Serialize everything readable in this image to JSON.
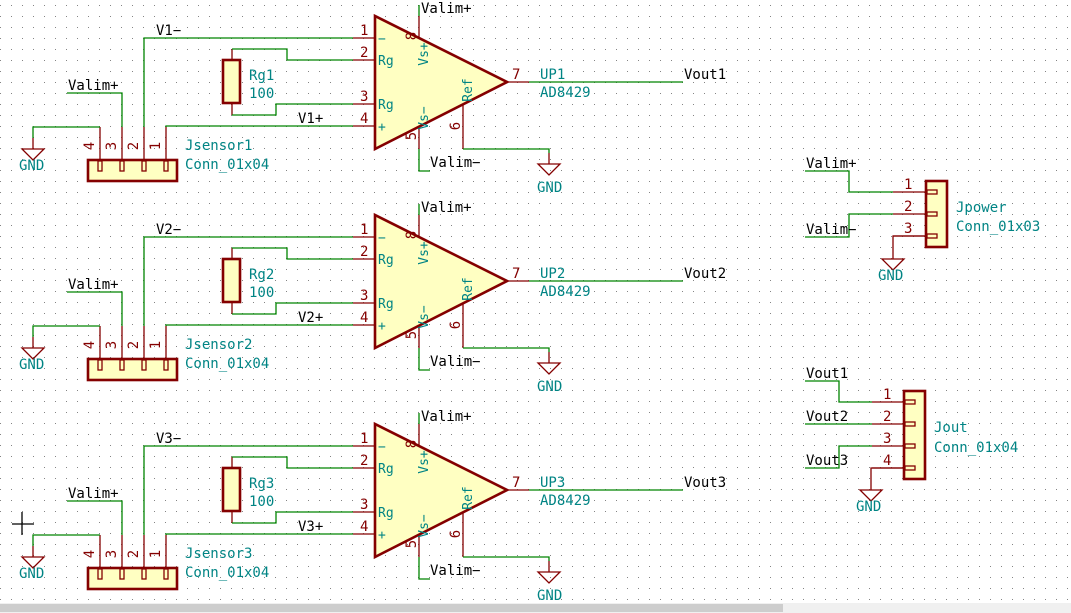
{
  "app": {
    "view": "schematic-editor"
  },
  "colors": {
    "wire": "#008400",
    "component_outline": "#840000",
    "component_fill": "#ffffc2",
    "reference_text": "#008484",
    "net_label_text": "#000000",
    "grid": "#848484"
  },
  "channels": [
    {
      "amp": {
        "reference": "UP1",
        "value": "AD8429",
        "out_pin": "7",
        "vs_plus_pin": "8",
        "vs_minus_pin": "5",
        "ref_pin": "6",
        "pins": [
          {
            "num": "1",
            "name": "−"
          },
          {
            "num": "2",
            "name": "Rg"
          },
          {
            "num": "3",
            "name": "Rg"
          },
          {
            "num": "4",
            "name": "+"
          }
        ],
        "vs_plus_name": "Vs+",
        "vs_minus_name": "Vs−",
        "ref_name": "Ref"
      },
      "resistor": {
        "reference": "Rg1",
        "value": "100"
      },
      "connector": {
        "reference": "Jsensor1",
        "value": "Conn_01x04",
        "pins": [
          "4",
          "3",
          "2",
          "1"
        ]
      },
      "nets": {
        "neg": "V1−",
        "pos": "V1+",
        "supply_pos": "Valim+",
        "supply_neg": "Valim−",
        "out": "Vout1",
        "gnd_left": "GND",
        "gnd_ref": "GND"
      }
    },
    {
      "amp": {
        "reference": "UP2",
        "value": "AD8429",
        "out_pin": "7",
        "vs_plus_pin": "8",
        "vs_minus_pin": "5",
        "ref_pin": "6",
        "pins": [
          {
            "num": "1",
            "name": "−"
          },
          {
            "num": "2",
            "name": "Rg"
          },
          {
            "num": "3",
            "name": "Rg"
          },
          {
            "num": "4",
            "name": "+"
          }
        ],
        "vs_plus_name": "Vs+",
        "vs_minus_name": "Vs−",
        "ref_name": "Ref"
      },
      "resistor": {
        "reference": "Rg2",
        "value": "100"
      },
      "connector": {
        "reference": "Jsensor2",
        "value": "Conn_01x04",
        "pins": [
          "4",
          "3",
          "2",
          "1"
        ]
      },
      "nets": {
        "neg": "V2−",
        "pos": "V2+",
        "supply_pos": "Valim+",
        "supply_neg": "Valim−",
        "out": "Vout2",
        "gnd_left": "GND",
        "gnd_ref": "GND"
      }
    },
    {
      "amp": {
        "reference": "UP3",
        "value": "AD8429",
        "out_pin": "7",
        "vs_plus_pin": "8",
        "vs_minus_pin": "5",
        "ref_pin": "6",
        "pins": [
          {
            "num": "1",
            "name": "−"
          },
          {
            "num": "2",
            "name": "Rg"
          },
          {
            "num": "3",
            "name": "Rg"
          },
          {
            "num": "4",
            "name": "+"
          }
        ],
        "vs_plus_name": "Vs+",
        "vs_minus_name": "Vs−",
        "ref_name": "Ref"
      },
      "resistor": {
        "reference": "Rg3",
        "value": "100"
      },
      "connector": {
        "reference": "Jsensor3",
        "value": "Conn_01x04",
        "pins": [
          "4",
          "3",
          "2",
          "1"
        ]
      },
      "nets": {
        "neg": "V3−",
        "pos": "V3+",
        "supply_pos": "Valim+",
        "supply_neg": "Valim−",
        "out": "Vout3",
        "gnd_left": "GND",
        "gnd_ref": "GND"
      }
    }
  ],
  "jpower": {
    "reference": "Jpower",
    "value": "Conn_01x03",
    "pins": [
      "1",
      "2",
      "3"
    ],
    "nets": [
      "Valim+",
      "Valim−"
    ],
    "gnd": "GND"
  },
  "jout": {
    "reference": "Jout",
    "value": "Conn_01x04",
    "pins": [
      "1",
      "2",
      "3",
      "4"
    ],
    "nets": [
      "Vout1",
      "Vout2",
      "Vout3"
    ],
    "gnd": "GND"
  }
}
